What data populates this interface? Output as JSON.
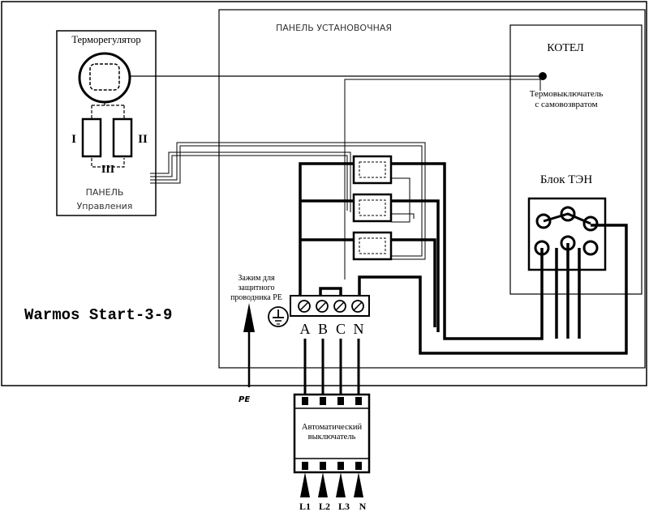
{
  "product_label": "Warmos Start-3-9",
  "install_panel": {
    "title": "ПАНЕЛЬ УСТАНОВОЧНАЯ"
  },
  "control_panel": {
    "title": "Терморегулятор",
    "bottom_line1": "ПАНЕЛЬ",
    "bottom_line2": "Управления",
    "switch_left": "I",
    "switch_right": "II",
    "switch_bottom": "III"
  },
  "boiler": {
    "title": "КОТЕЛ",
    "thermo_line1": "Термовыключатель",
    "thermo_line2": "с самовозвратом",
    "heater_block": "Блок ТЭН"
  },
  "pe_clamp": {
    "line1": "Зажим для",
    "line2": "защитного",
    "line3": "проводника PE"
  },
  "terminals": [
    "A",
    "B",
    "C",
    "N"
  ],
  "pe_label": "PE",
  "breaker": {
    "line1": "Автоматический",
    "line2": "выключатель"
  },
  "inputs": [
    "L1",
    "L2",
    "L3",
    "N"
  ]
}
